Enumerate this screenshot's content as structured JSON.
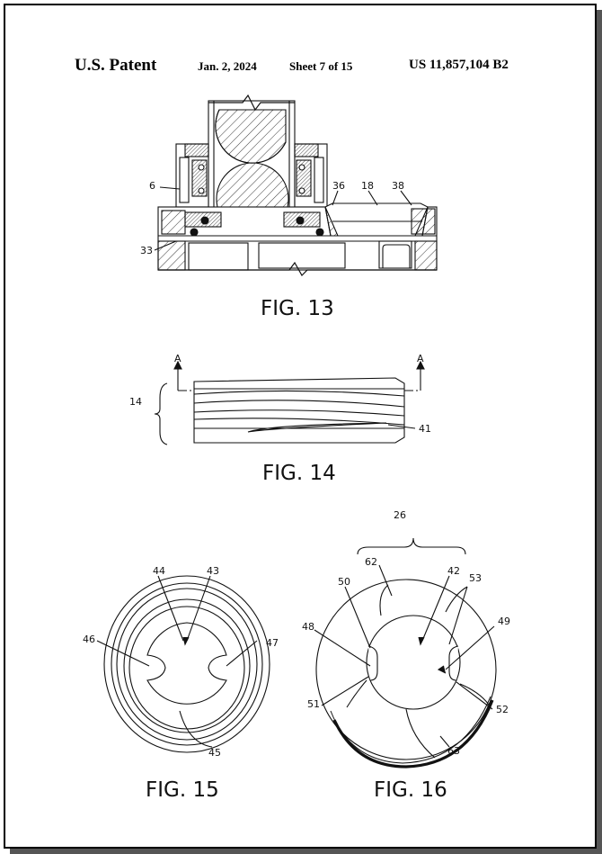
{
  "header": {
    "patent_label": "U.S. Patent",
    "date": "Jan. 2, 2024",
    "sheet": "Sheet 7 of 15",
    "patent_number": "US 11,857,104 B2"
  },
  "figures": {
    "fig13": {
      "caption": "FIG. 13",
      "refs": {
        "r6": "6",
        "r33": "33",
        "r36": "36",
        "r18": "18",
        "r38": "38"
      }
    },
    "fig14": {
      "caption": "FIG. 14",
      "refs": {
        "r14": "14",
        "r41": "41",
        "a_left": "A",
        "a_right": "A"
      }
    },
    "fig15": {
      "caption": "FIG. 15",
      "refs": {
        "r44": "44",
        "r43": "43",
        "r46": "46",
        "r47": "47",
        "r45": "45"
      }
    },
    "fig16": {
      "caption": "FIG. 16",
      "refs": {
        "r26": "26",
        "r62": "62",
        "r42": "42",
        "r50": "50",
        "r53": "53",
        "r48": "48",
        "r49": "49",
        "r51": "51",
        "r52": "52",
        "r63": "63"
      }
    }
  }
}
